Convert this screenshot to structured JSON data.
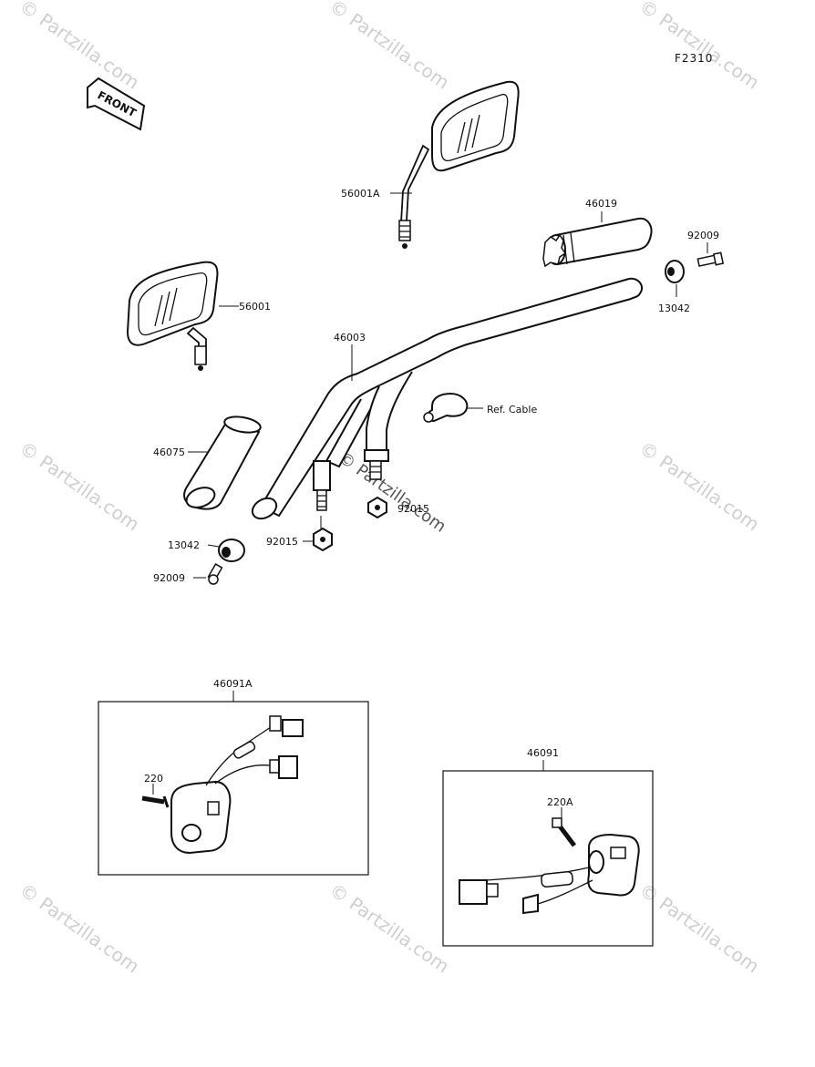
{
  "diagram_code": "F2310",
  "front_label": "FRONT",
  "watermark": "© Partzilla.com",
  "parts": {
    "mirror_right": "56001A",
    "mirror_left": "56001",
    "handlebar": "46003",
    "grip_right": "46019",
    "grip_left": "46075",
    "bolt_right": "92009",
    "weight_right": "13042",
    "ref_cable": "Ref. Cable",
    "nut_right": "92015",
    "nut_left": "92015",
    "weight_left": "13042",
    "bolt_left": "92009",
    "switch_left_box": "46091A",
    "switch_left_screw": "220",
    "switch_right_box": "46091",
    "switch_right_screw": "220A"
  }
}
